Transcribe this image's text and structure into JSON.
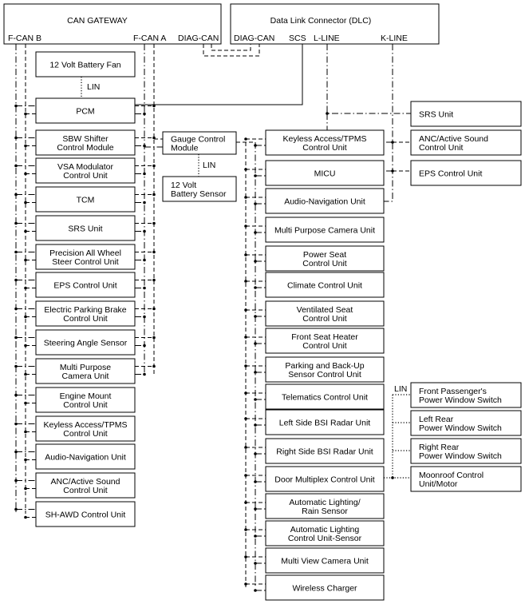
{
  "gateway": {
    "title": "CAN GATEWAY",
    "ports": [
      "F-CAN B",
      "F-CAN A",
      "DIAG-CAN"
    ]
  },
  "dlc": {
    "title": "Data Link Connector (DLC)",
    "ports": [
      "DIAG-CAN",
      "SCS",
      "L-LINE",
      "K-LINE"
    ]
  },
  "lin_label": "LIN",
  "fcan_units": [
    [
      "12 Volt Battery Fan"
    ],
    [
      "PCM"
    ],
    [
      "SBW Shifter",
      "Control Module"
    ],
    [
      "VSA Modulator",
      "Control Unit"
    ],
    [
      "TCM"
    ],
    [
      "SRS Unit"
    ],
    [
      "Precision All Wheel",
      "Steer Control Unit"
    ],
    [
      "EPS Control Unit"
    ],
    [
      "Electric Parking Brake",
      "Control Unit"
    ],
    [
      "Steering Angle Sensor"
    ],
    [
      "Multi Purpose",
      "Camera Unit"
    ],
    [
      "Engine Mount",
      "Control Unit"
    ],
    [
      "Keyless Access/TPMS",
      "Control Unit"
    ],
    [
      "Audio-Navigation Unit"
    ],
    [
      "ANC/Active Sound",
      "Control Unit"
    ],
    [
      "SH-AWD Control Unit"
    ]
  ],
  "gauge_units": [
    [
      "Gauge Control",
      "Module"
    ],
    [
      "12 Volt",
      "Battery Sensor"
    ]
  ],
  "bcan_units": [
    [
      "Keyless Access/TPMS",
      "Control Unit"
    ],
    [
      "MICU"
    ],
    [
      "Audio-Navigation Unit"
    ],
    [
      "Multi Purpose Camera Unit"
    ],
    [
      "Power Seat",
      "Control Unit"
    ],
    [
      "Climate Control Unit"
    ],
    [
      "Ventilated Seat",
      "Control Unit"
    ],
    [
      "Front Seat Heater",
      "Control Unit"
    ],
    [
      "Parking and Back-Up",
      "Sensor Control Unit"
    ],
    [
      "Telematics Control Unit"
    ],
    [
      "Left Side BSI Radar Unit"
    ],
    [
      "Right Side BSI Radar Unit"
    ],
    [
      "Door Multiplex Control Unit"
    ],
    [
      "Automatic Lighting/",
      "Rain Sensor"
    ],
    [
      "Automatic Lighting",
      "Control Unit-Sensor"
    ],
    [
      "Multi View Camera Unit"
    ],
    [
      "Wireless Charger"
    ]
  ],
  "right_units": [
    [
      "SRS Unit"
    ],
    [
      "ANC/Active Sound",
      "Control Unit"
    ],
    [
      "EPS Control Unit"
    ],
    [
      "Front Passenger's",
      "Power Window Switch"
    ],
    [
      "Left Rear",
      "Power Window Switch"
    ],
    [
      "Right Rear",
      "Power Window Switch"
    ],
    [
      "Moonroof Control",
      "Unit/Motor"
    ]
  ]
}
